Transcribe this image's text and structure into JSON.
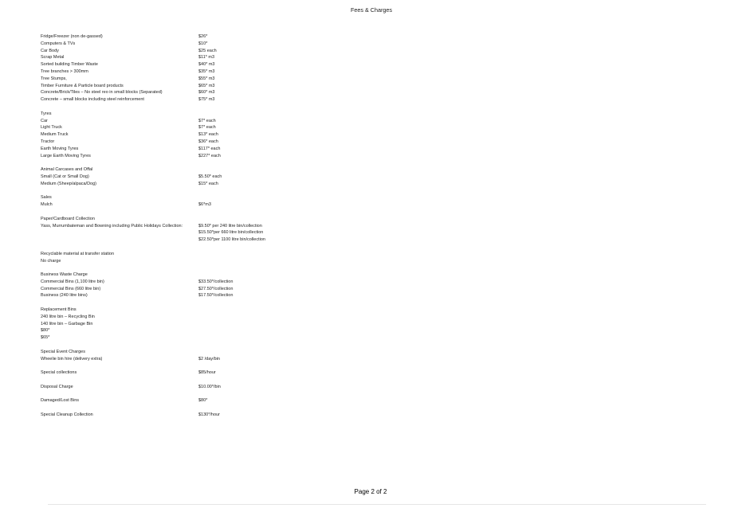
{
  "header": {
    "title": "Fees & Charges"
  },
  "footer": {
    "page": "Page 2 of 2"
  },
  "sections": [
    {
      "rows": [
        {
          "label": "Fridge/Freezer (non de-gassed)",
          "value": "$26*"
        },
        {
          "label": "Computers & TVs",
          "value": "$10*"
        },
        {
          "label": "Car Body",
          "value": "$25 each"
        },
        {
          "label": "Scrap Metal",
          "value": "$11* m3"
        },
        {
          "label": "Sorted building Timber Waste",
          "value": "$40* m3"
        },
        {
          "label": "Tree branches > 300mm",
          "value": "$35* m3"
        },
        {
          "label": "Tree Stumps,",
          "value": "$55* m3"
        },
        {
          "label": "Timber Furniture & Particle board products",
          "value": "$65* m3"
        },
        {
          "label": "Concrete/Brick/Tiles – No steel reo in small blocks (Separated)",
          "value": "$60* m3"
        },
        {
          "label": "Concrete – small blocks including steel reinforcement",
          "value": "$75* m3"
        }
      ]
    },
    {
      "heading": "Tyres",
      "rows": [
        {
          "label": "Car",
          "value": "$7* each"
        },
        {
          "label": "Light Truck",
          "value": "$7* each"
        },
        {
          "label": "Medium Truck",
          "value": "$13* each"
        },
        {
          "label": "Tractor",
          "value": "$36* each"
        },
        {
          "label": "Earth Moving Tyres",
          "value": "$117* each"
        },
        {
          "label": "Large Earth Moving Tyres",
          "value": "$227* each"
        }
      ]
    },
    {
      "heading": "Animal Carcases and Offal",
      "rows": [
        {
          "label": "Small (Cat or Small Dog)",
          "value": "$5.50* each"
        },
        {
          "label": "Medium (Sheep/alpaca/Dog)",
          "value": "$15* each"
        }
      ]
    },
    {
      "heading": "Sales",
      "rows": [
        {
          "label": "Mulch",
          "value": "$6*m3"
        }
      ]
    },
    {
      "heading": "Paper/Cardboard Collection",
      "rows": [
        {
          "label": "Yass, Murrumbateman and Bowning including Public Holidays Collection:",
          "value": "$9.50* per 240 litre bin/collection"
        },
        {
          "label": "",
          "value": "$15.50*per 660 litre bin/collection"
        },
        {
          "label": "",
          "value": "$22.50*per 1100 litre bin/collection"
        }
      ]
    },
    {
      "heading": "Recyclable material at transfer station",
      "rows": [
        {
          "label": "No charge",
          "value": ""
        }
      ]
    },
    {
      "heading": "Business Waste Charge",
      "rows": [
        {
          "label": "Commercial Bins (1,100 litre bin)",
          "value": "$33.50*/collection"
        },
        {
          "label": "Commercial Bins (660 litre bin)",
          "value": "$27.50*/collection"
        },
        {
          "label": "Business (240 litre bins)",
          "value": "$17.50*/collection"
        }
      ]
    },
    {
      "heading": "Replacement Bins",
      "rows": [
        {
          "label": "240 litre bin – Recycling Bin",
          "value": ""
        },
        {
          "label": "140 litre bin – Garbage Bin",
          "value": ""
        },
        {
          "label": "$80*",
          "value": ""
        },
        {
          "label": "$65*",
          "value": ""
        }
      ]
    },
    {
      "heading": "Special Event Charges",
      "rows": [
        {
          "label": "Wheelie bin hire (delivery extra)",
          "value": "$2 /day/bin"
        }
      ]
    },
    {
      "rows": [
        {
          "label": "Special collections",
          "value": "$85/hour"
        }
      ]
    },
    {
      "rows": [
        {
          "label": "Disposal Charge",
          "value": "$10.00*/bin"
        }
      ]
    },
    {
      "rows": [
        {
          "label": "Damaged/Lost Bins",
          "value": "$80*"
        }
      ]
    },
    {
      "rows": [
        {
          "label": "Special Cleanup Collection",
          "value": "$130*/hour"
        }
      ]
    }
  ]
}
